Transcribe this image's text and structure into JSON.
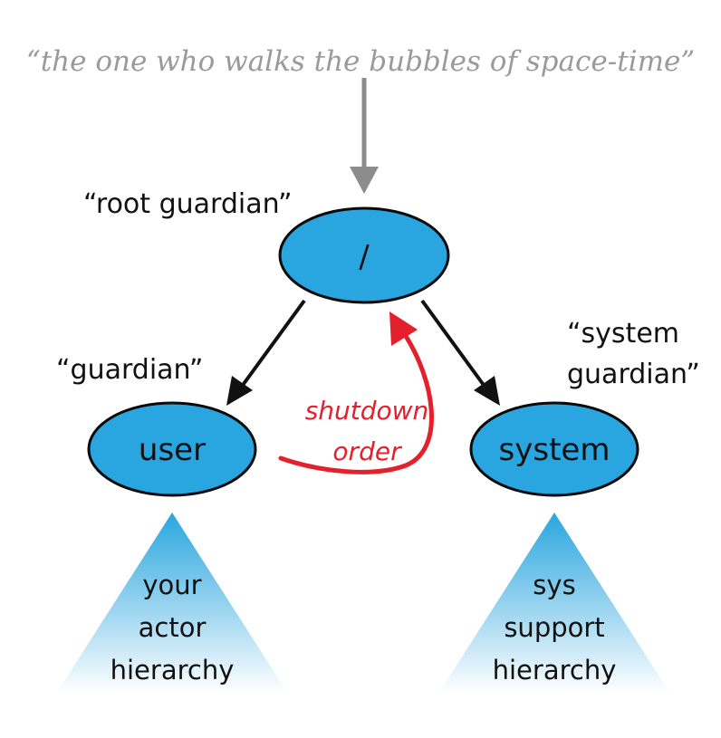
{
  "quote": "“the one who walks the bubbles of space-time”",
  "nodes": {
    "root": {
      "text": "/",
      "caption": "“root guardian”"
    },
    "user": {
      "text": "user",
      "caption": "“guardian”"
    },
    "system": {
      "text": "system",
      "caption_line1": "“system",
      "caption_line2": "guardian”"
    }
  },
  "hierarchies": {
    "user": [
      "your",
      "actor",
      "hierarchy"
    ],
    "system": [
      "sys",
      "support",
      "hierarchy"
    ]
  },
  "shutdown": {
    "line1": "shutdown",
    "line2": "order"
  },
  "colors": {
    "node_fill": "#29a6df",
    "node_stroke": "#0a0a0a",
    "quote": "#9a9a9a",
    "incoming_arrow": "#8c8c8c",
    "tree_arrow": "#111111",
    "shutdown": "#e3202c",
    "triangle_top": "#29a6df",
    "triangle_bottom": "#ffffff"
  }
}
